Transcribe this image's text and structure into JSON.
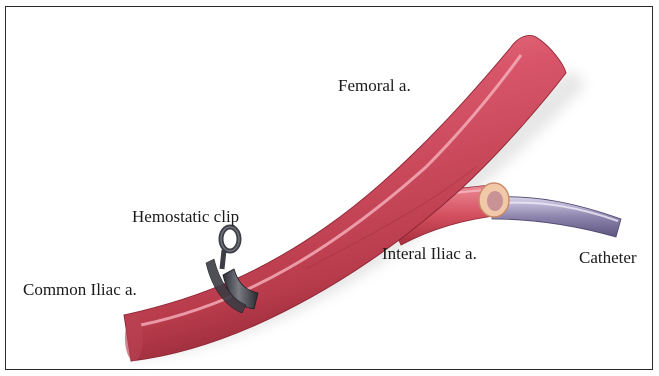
{
  "labels": {
    "femoral": "Femoral a.",
    "hemostatic_clip": "Hemostatic clip",
    "internal_iliac": "Interal Iliac a.",
    "common_iliac": "Common Iliac a.",
    "catheter": "Catheter"
  },
  "colors": {
    "artery": "#d9566a",
    "artery_dark": "#a9303f",
    "artery_highlight": "#f3a7b2",
    "clip": "#4a4a52",
    "catheter": "#8a80a8",
    "vessel_cut": "#f1c9a8"
  }
}
